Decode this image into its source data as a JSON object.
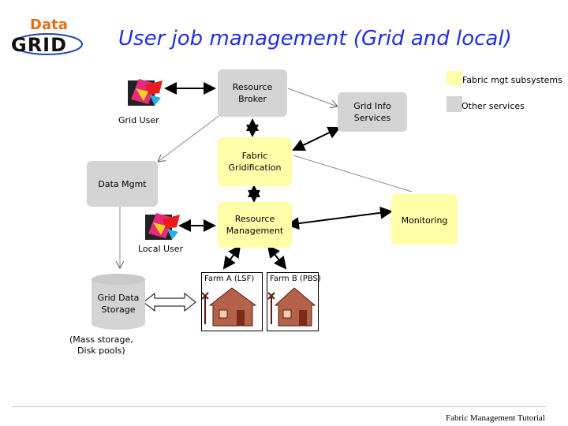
{
  "title": "User job management (Grid and local)",
  "logo": {
    "line1": "Data",
    "line2": "GRID"
  },
  "legend": {
    "fabric": "Fabric mgt subsystems",
    "other": "Other services",
    "fabric_color": "#ffffaa",
    "other_color": "#d4d4d4"
  },
  "nodes": {
    "resource_broker": "Resource\nBroker",
    "grid_info": "Grid Info\nServices",
    "fabric_gridification": "Fabric\nGridification",
    "data_mgmt": "Data Mgmt",
    "resource_management": "Resource\nManagement",
    "monitoring": "Monitoring",
    "grid_data_storage": "Grid Data\nStorage"
  },
  "labels": {
    "grid_user": "Grid User",
    "local_user": "Local User",
    "storage_note": "(Mass storage,\nDisk pools)",
    "farm_a": "Farm A (LSF)",
    "farm_b": "Farm B (PBS)"
  },
  "footer": "Fabric Management Tutorial",
  "icons": [
    "user-icon",
    "farm-icon"
  ]
}
